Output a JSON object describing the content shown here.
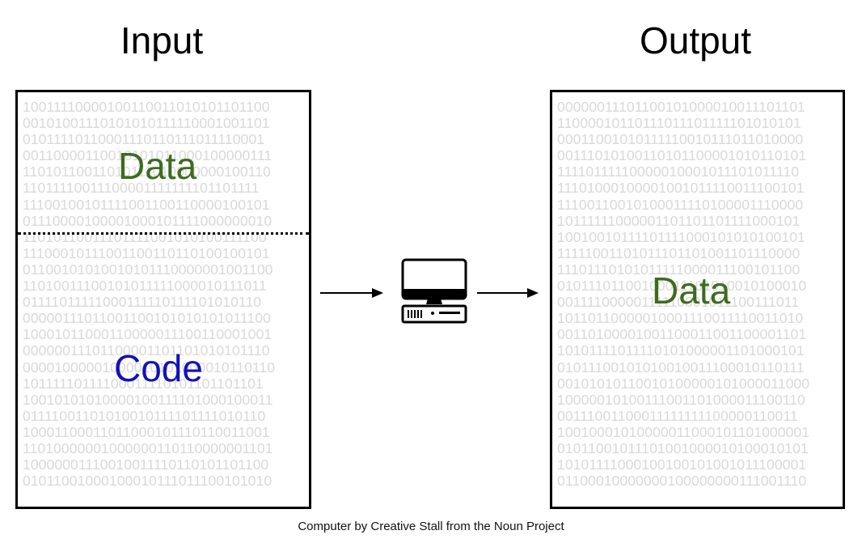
{
  "headings": {
    "input": "Input",
    "output": "Output"
  },
  "input_panel": {
    "data_label": "Data",
    "code_label": "Code",
    "label_colors": {
      "data": "#3e6b1f",
      "code": "#1212b8"
    },
    "binary_lines": [
      "10011110000100110011010101101100",
      "00101001110101010111110001001101",
      "01011110110001110110111011110001",
      "00110000110010101011000100000111",
      "11010110011010111010000000100110",
      "11011110011100001111111101101111",
      "11100100101111001100110000100101",
      "01110000100001000101111000000010",
      "11010110011101111001010100111100",
      "11100010111001100110110100100101",
      "01100101010010101110000001001100",
      "11010011100101011111000010111011",
      "01111011111000111110111101010110",
      "00000111011001100101010101011100",
      "10001011000110000011100110001001",
      "00000011101100001101101010101110",
      "00001000001000010101000010110110",
      "10111110111100011110101101101101",
      "10010101010000100111101000100011",
      "01111001101010010111101111010110",
      "10001100011011000101110110011001",
      "11010000001000000110110000001101",
      "10000001110010011110110101101100",
      "01011001000100010111011100101010"
    ]
  },
  "output_panel": {
    "data_label": "Data",
    "label_color": "#3e6b1f",
    "binary_lines": [
      "00000011101100101000010011101101",
      "11000010110111011101111101010101",
      "00011001010111110010111011010000",
      "00111010100110101100001010110101",
      "11110111110000010001011101011110",
      "11101000100001001011110011100101",
      "11100110010100011110100001110000",
      "10111111000001101101101111000101",
      "10010010111101111000101010100101",
      "11111001101011101101001101110000",
      "11101110101011111000011100101100",
      "01011101100100011101010010100010",
      "00111100000111110001011100111011",
      "10110110000010001110011110011010",
      "00110100001001100011001100001101",
      "10101111011110101000001101000101",
      "01011100101010010011100010110111",
      "00101010110010100000101000011000",
      "10000010100111001101000011100110",
      "00111001100011111111100000110011",
      "10010001010000011000101101000001",
      "01011001011101001000010100010101",
      "10101111000100100101001011100001",
      "01100010000000100000000111001110"
    ]
  },
  "computer_icon": {
    "icon": "desktop-computer-icon"
  },
  "credit": "Computer by Creative Stall from the Noun Project"
}
